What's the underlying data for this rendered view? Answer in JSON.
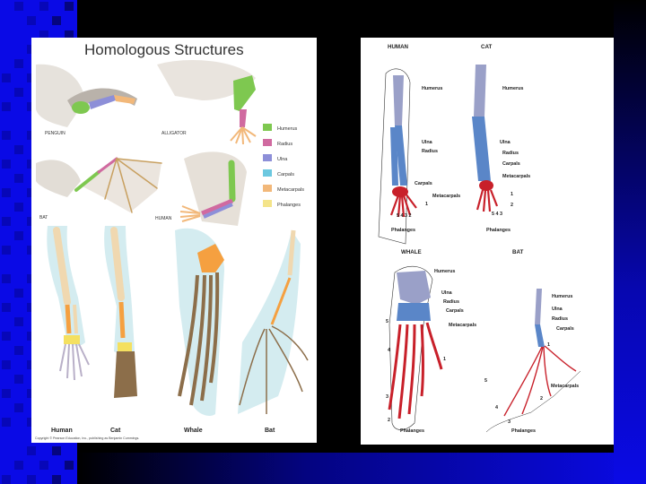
{
  "left_figure": {
    "title": "Homologous Structures",
    "panel_labels": {
      "penguin": "PENGUIN",
      "alligator": "ALLIGATOR",
      "bat": "BAT",
      "human": "HUMAN"
    },
    "legend": [
      {
        "label": "Humerus",
        "color": "#7ec850"
      },
      {
        "label": "Radius",
        "color": "#d06aa0"
      },
      {
        "label": "Ulna",
        "color": "#8d8fd8"
      },
      {
        "label": "Carpals",
        "color": "#6cc8e0"
      },
      {
        "label": "Metacarpals",
        "color": "#f2b87a"
      },
      {
        "label": "Phalanges",
        "color": "#f4e48a"
      }
    ],
    "limb_labels": [
      "Human",
      "Cat",
      "Whale",
      "Bat"
    ],
    "copyright": "Copyright © Pearson Education, Inc., publishing as Benjamin Cummings."
  },
  "right_figure": {
    "human_header": "HUMAN",
    "cat_header": "CAT",
    "whale_header": "WHALE",
    "bat_header": "BAT",
    "human": {
      "humerus": "Humerus",
      "ulna": "Ulna",
      "radius": "Radius",
      "carpals": "Carpals",
      "metacarpals": "Metacarpals",
      "phalanges": "Phalanges",
      "digits": "5 4 3 2",
      "digit1": "1"
    },
    "cat": {
      "humerus": "Humerus",
      "ulna": "Ulna",
      "radius": "Radius",
      "carpals": "Carpals",
      "metacarpals": "Metacarpals",
      "phalanges": "Phalanges",
      "digits": "5 4 3",
      "digit1": "1",
      "digit2": "2"
    },
    "whale": {
      "humerus": "Humerus",
      "ulna": "Ulna",
      "radius": "Radius",
      "carpals": "Carpals",
      "metacarpals": "Metacarpals",
      "phalanges": "Phalanges",
      "d5": "5",
      "d4": "4",
      "d3": "3",
      "d2": "2",
      "d1": "1"
    },
    "bat": {
      "humerus": "Humerus",
      "ulna": "Ulna",
      "radius": "Radius",
      "carpals": "Carpals",
      "metacarpals": "Metacarpals",
      "phalanges": "Phalanges",
      "d1": "1",
      "d2": "2",
      "d3": "3",
      "d4": "4",
      "d5": "5"
    }
  },
  "colors": {
    "slide_blue": "#0a0ae6",
    "bone_blue": "#5a86c8",
    "bone_red": "#c8202a",
    "bone_gray": "#9aa0c8"
  }
}
